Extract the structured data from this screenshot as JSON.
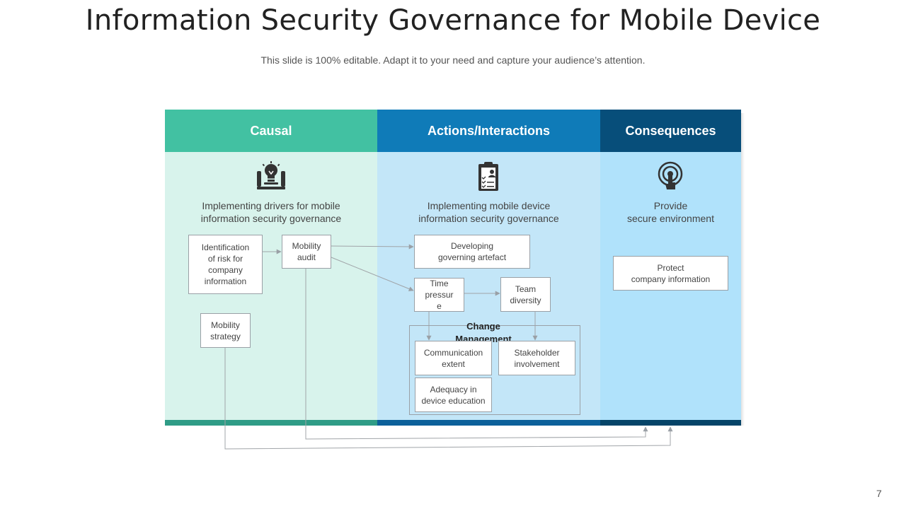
{
  "title": "Information Security Governance for Mobile Device",
  "subtitle": "This slide is 100% editable. Adapt it to your need and capture your audience’s attention.",
  "columns": [
    {
      "header": "Causal",
      "icon": "lightbulb-presentation-icon",
      "description": "Implementing drivers for mobile\ninformation security governance"
    },
    {
      "header": "Actions/Interactions",
      "icon": "clipboard-checklist-icon",
      "description": "Implementing mobile device\ninformation security governance"
    },
    {
      "header": "Consequences",
      "icon": "touch-finger-icon",
      "description": "Provide\nsecure environment"
    }
  ],
  "boxes": {
    "identification": "Identification\nof risk for\ncompany\ninformation",
    "mobility_audit": "Mobility\naudit",
    "mobility_strategy": "Mobility\nstrategy",
    "developing": "Developing\ngoverning  artefact",
    "time_pressure": "Time\npressur\ne",
    "team_diversity": "Team\ndiversity",
    "change_management": "Change\nManagement",
    "communication": "Communication\nextent",
    "stakeholder": "Stakeholder\ninvolvement",
    "adequacy": "Adequacy in\ndevice  education",
    "protect": "Protect\ncompany information"
  },
  "colors": {
    "causal_header": "#42c1a2",
    "actions_header": "#0f7bb8",
    "consequences_header": "#074e7a"
  },
  "page_number": "7"
}
